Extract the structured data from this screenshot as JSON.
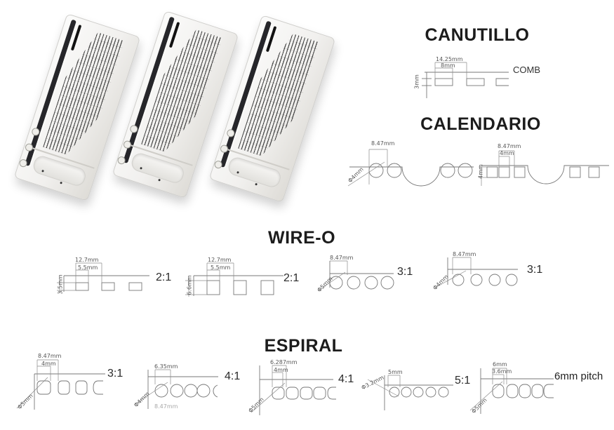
{
  "photo": {
    "description": "Three interchangeable metal punching dies with rows of punch pins",
    "die_count": 3
  },
  "sections": {
    "canutillo": {
      "title": "CANUTILLO",
      "diagram": {
        "pitch": "14.25mm",
        "hole_width": "8mm",
        "hole_height": "3mm",
        "comb_label": "COMB",
        "hole_shape": "rectangular slot"
      }
    },
    "calendario": {
      "title": "CALENDARIO",
      "round": {
        "pitch": "8.47mm",
        "hole_diameter": "Φ4mm",
        "hole_shape": "round, with thumb-cut notch"
      },
      "square": {
        "pitch": "8.47mm",
        "hole_width": "4mm",
        "hole_height": "4mm",
        "hole_shape": "square, with thumb-cut notch"
      }
    },
    "wireo": {
      "title": "WIRE-O",
      "diagrams": [
        {
          "pitch": "12.7mm",
          "hole_width": "5.5mm",
          "hole_height": "3.5mm",
          "ratio": "2:1",
          "hole_shape": "rectangle"
        },
        {
          "pitch": "12.7mm",
          "hole_width": "5.5mm",
          "hole_height": "6.6mm",
          "ratio": "2:1",
          "hole_shape": "square"
        },
        {
          "pitch": "8.47mm",
          "hole_diameter": "Φ5mm",
          "ratio": "3:1",
          "hole_shape": "round"
        },
        {
          "pitch": "8.47mm",
          "hole_diameter": "Φ4mm",
          "ratio": "3:1",
          "hole_shape": "round"
        }
      ]
    },
    "espiral": {
      "title": "ESPIRAL",
      "diagrams": [
        {
          "pitch": "8.47mm",
          "hole_width": "4mm",
          "hole_diameter": "Φ5mm",
          "ratio": "3:1",
          "hole_shape": "rounded oval"
        },
        {
          "pitch": "6.35mm",
          "hole_diameter": "Φ4mm",
          "ratio": "4:1",
          "extra_dim": "8.47mm",
          "hole_shape": "round"
        },
        {
          "pitch": "6.287mm",
          "hole_width": "4mm",
          "hole_diameter": "Φ5mm",
          "ratio": "4:1",
          "hole_shape": "rounded oval"
        },
        {
          "pitch": "5mm",
          "hole_diameter": "Φ3.2mm",
          "ratio": "5:1",
          "hole_shape": "round"
        },
        {
          "pitch": "6mm",
          "hole_width": "3.6mm",
          "hole_diameter": "Φ5mm",
          "pitch_note": "6mm pitch",
          "hole_shape": "rounded oval"
        }
      ]
    }
  },
  "colors": {
    "background": "#ffffff",
    "line": "#777777",
    "title_text": "#1c1c1c",
    "dimension_text": "#555555"
  }
}
